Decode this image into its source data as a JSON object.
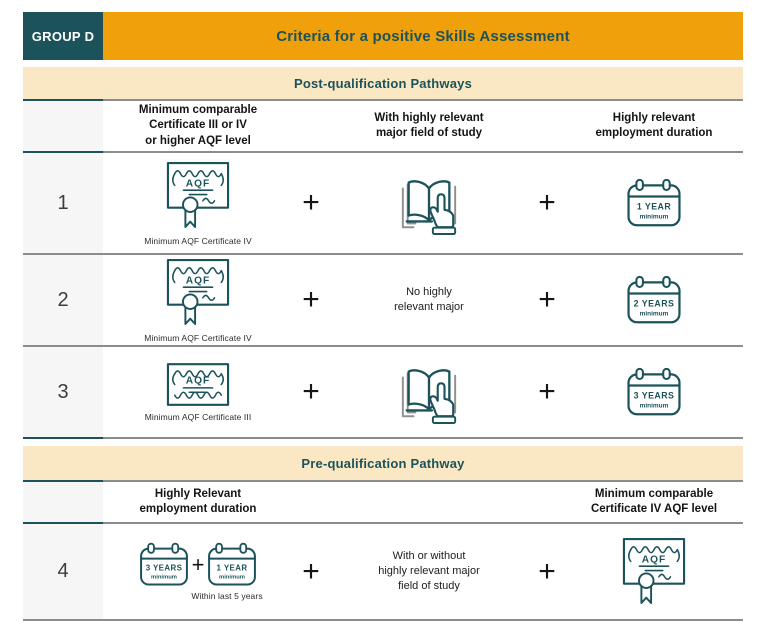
{
  "colors": {
    "teal": "#1C535A",
    "orange": "#EFA00B",
    "cream": "#FAE7C3"
  },
  "header": {
    "group": "GROUP D",
    "title": "Criteria for a positive Skills Assessment"
  },
  "symbols": {
    "plus": "+",
    "aqf": "AQF"
  },
  "post": {
    "band": "Post-qualification Pathways",
    "columns": [
      "Minimum comparable\nCertificate III or IV\nor higher AQF level",
      "With highly relevant\nmajor field of study",
      "Highly relevant\nemployment duration"
    ],
    "rows": [
      {
        "num": "1",
        "cert_caption": "Minimum AQF Certificate IV",
        "calendar": {
          "value": "1 YEAR",
          "unit": "minimum"
        }
      },
      {
        "num": "2",
        "cert_caption": "Minimum AQF Certificate IV",
        "middle_text": "No highly\nrelevant major",
        "calendar": {
          "value": "2 YEARS",
          "unit": "minimum"
        }
      },
      {
        "num": "3",
        "cert_caption": "Minimum AQF Certificate III",
        "calendar": {
          "value": "3 YEARS",
          "unit": "minimum"
        }
      }
    ]
  },
  "pre": {
    "band": "Pre-qualification Pathway",
    "left_header": "Highly Relevant\nemployment duration",
    "right_header": "Minimum comparable\nCertificate IV AQF level",
    "row": {
      "num": "4",
      "calendar1": {
        "value": "3 YEARS",
        "unit": "minimum"
      },
      "calendar2": {
        "value": "1 YEAR",
        "unit": "minimum"
      },
      "calendars_caption": "Within last 5 years",
      "middle_text": "With or without\nhighly relevant major\nfield of study"
    }
  }
}
